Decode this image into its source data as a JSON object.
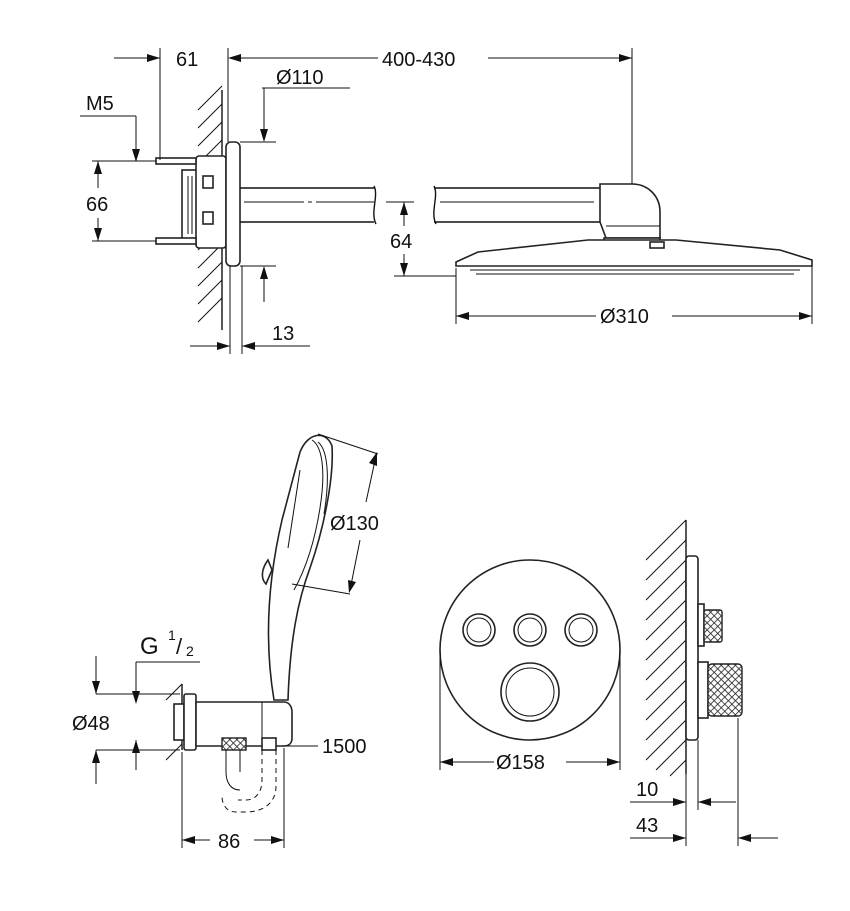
{
  "dimensions": {
    "wall_offset": "61",
    "arm_length": "400-430",
    "flange_dia": "Ø110",
    "thread": "M5",
    "bolt_spacing": "66",
    "head_drop": "64",
    "flange_depth": "13",
    "head_dia": "Ø310",
    "hand_dia": "Ø130",
    "thread_g": "G",
    "thread_frac_num": "1",
    "thread_frac_den": "2",
    "elbow_dia": "Ø48",
    "hose_len": "1500",
    "elbow_proj": "86",
    "panel_dia": "Ø158",
    "panel_depth_min": "10",
    "panel_depth_max": "43"
  },
  "colors": {
    "line": "#111111",
    "knurl": "#333333"
  }
}
